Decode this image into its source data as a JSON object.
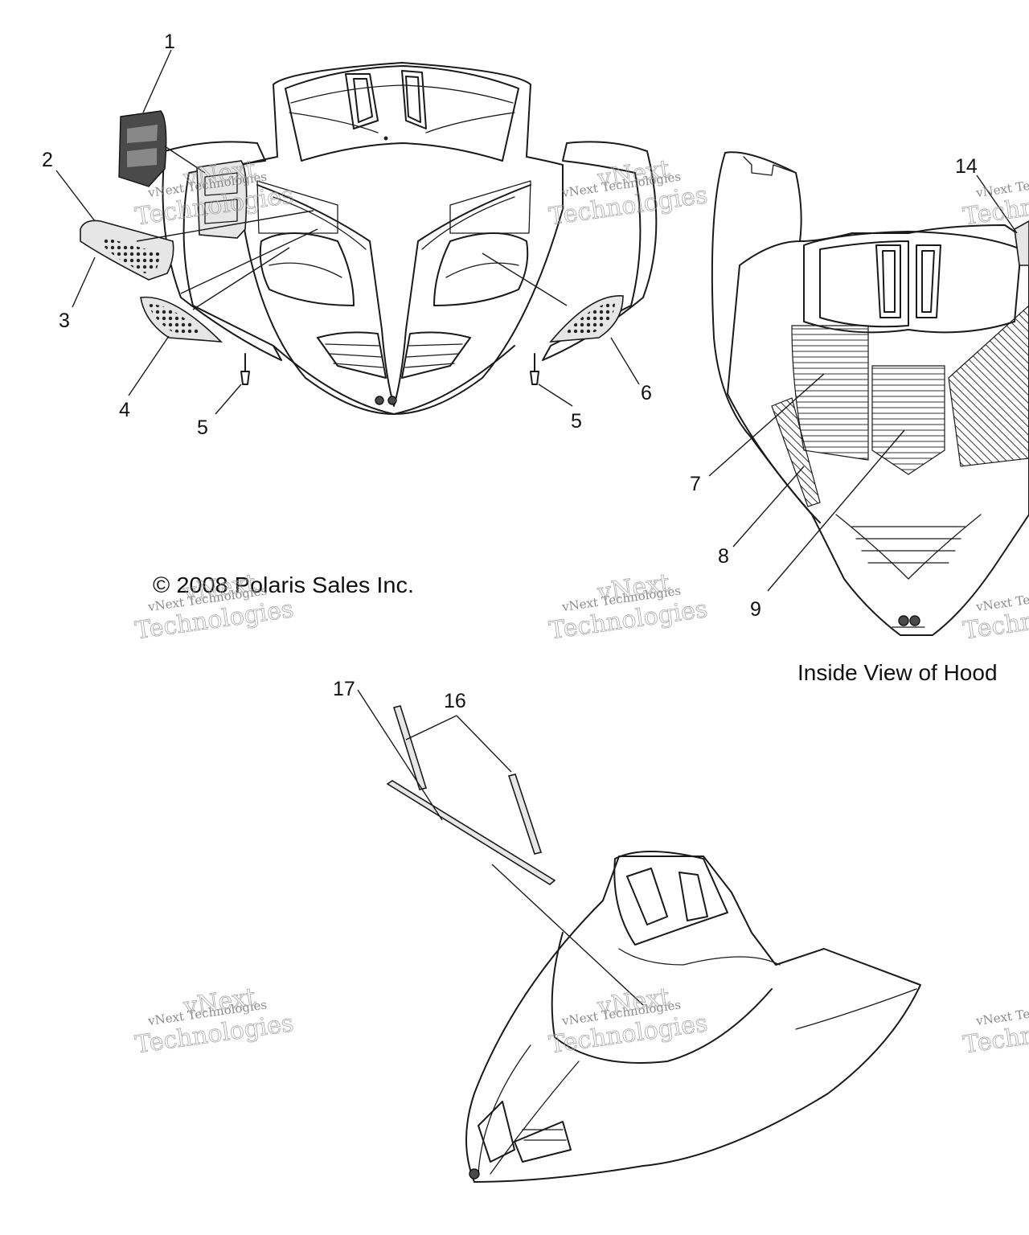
{
  "callouts": [
    {
      "id": "1",
      "label": "1"
    },
    {
      "id": "2",
      "label": "2"
    },
    {
      "id": "3",
      "label": "3"
    },
    {
      "id": "4",
      "label": "4"
    },
    {
      "id": "5a",
      "label": "5"
    },
    {
      "id": "5b",
      "label": "5"
    },
    {
      "id": "6",
      "label": "6"
    },
    {
      "id": "7",
      "label": "7"
    },
    {
      "id": "8",
      "label": "8"
    },
    {
      "id": "9",
      "label": "9"
    },
    {
      "id": "14",
      "label": "14"
    },
    {
      "id": "16",
      "label": "16"
    },
    {
      "id": "17",
      "label": "17"
    }
  ],
  "copyright": "© 2008 Polaris Sales Inc.",
  "inside_view_caption": "Inside View of Hood",
  "watermark": {
    "line1": "vNext Technologies",
    "line2": "Technologies",
    "line3": "vNext"
  }
}
